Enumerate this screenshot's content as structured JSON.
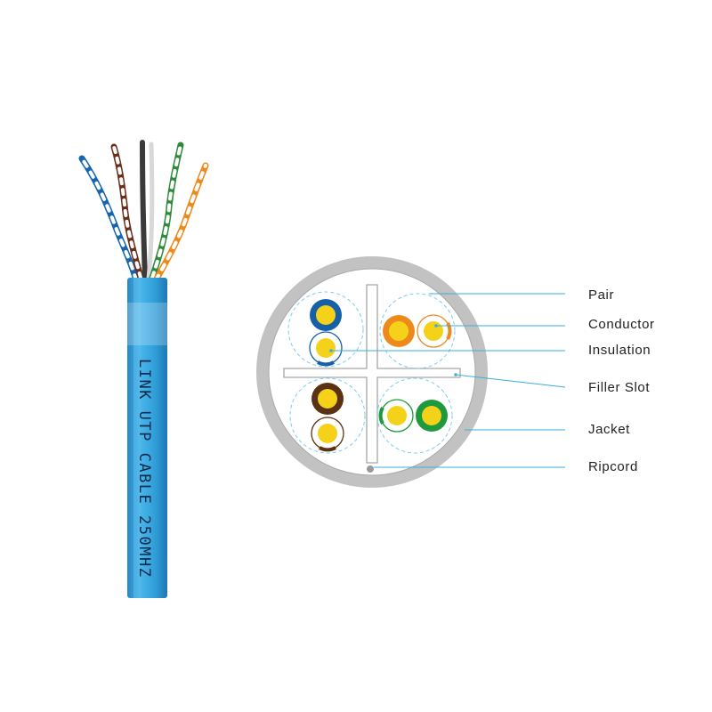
{
  "cable_print": "LINK UTP CABLE 250MHZ",
  "labels": {
    "pair": "Pair",
    "conductor": "Conductor",
    "insulation": "Insulation",
    "filler_slot": "Filler Slot",
    "jacket": "Jacket",
    "ripcord": "Ripcord"
  },
  "colors": {
    "cable_jacket": "#2f9ed8",
    "cross_jacket": "#c2c2c2",
    "conductor": "#f5d21a",
    "pair_blue": "#1560a8",
    "pair_orange": "#ee8a1c",
    "pair_brown": "#5a3212",
    "pair_green": "#1e9a3c",
    "callout_line": "#3aaee0"
  }
}
